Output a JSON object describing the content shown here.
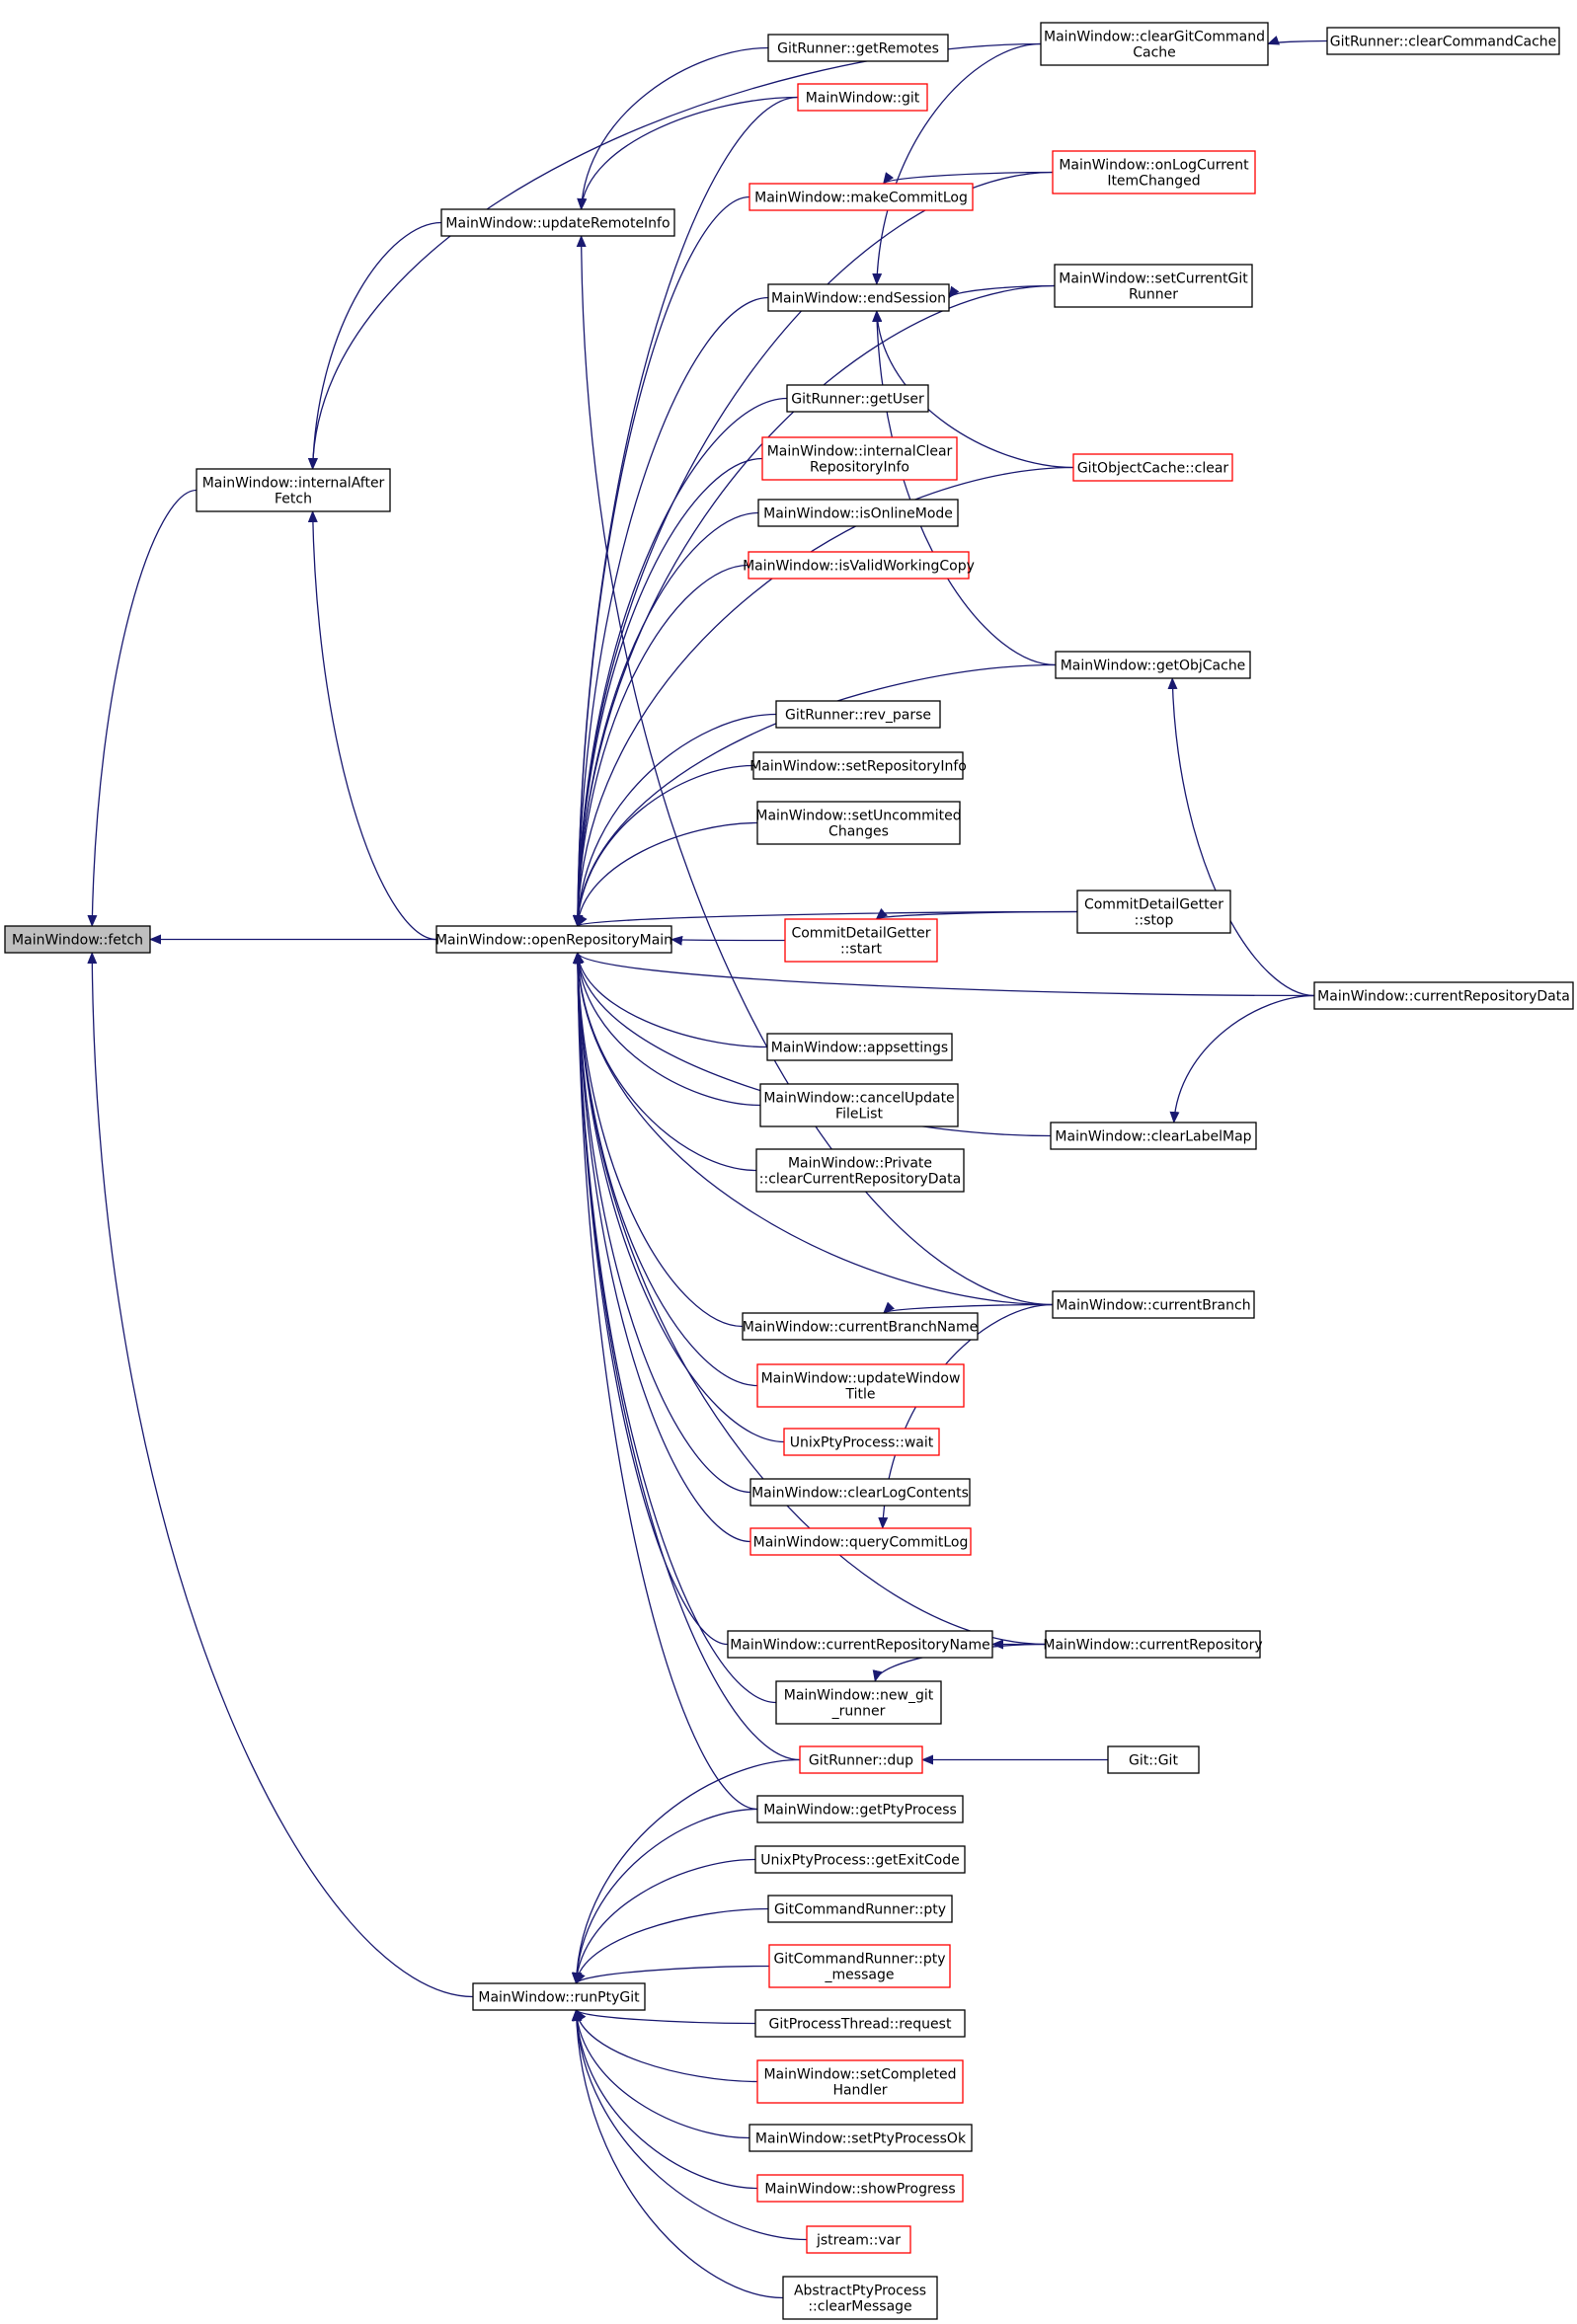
{
  "diagram": {
    "kind": "doxygen-call-graph",
    "root": "fetch",
    "colors": {
      "edge": "#191970",
      "node_border": "#000000",
      "node_border_truncated": "#ff0000",
      "root_fill": "#bfbfbf",
      "node_fill": "#ffffff",
      "text": "#000000"
    },
    "nodes": [
      {
        "id": "fetch",
        "lines": [
          "MainWindow::fetch"
        ],
        "style": "root"
      },
      {
        "id": "internalAfterFetch",
        "lines": [
          "MainWindow::internalAfter",
          "Fetch"
        ],
        "style": "normal"
      },
      {
        "id": "openRepositoryMain",
        "lines": [
          "MainWindow::openRepositoryMain"
        ],
        "style": "normal"
      },
      {
        "id": "runPtyGit",
        "lines": [
          "MainWindow::runPtyGit"
        ],
        "style": "normal"
      },
      {
        "id": "updateRemoteInfo",
        "lines": [
          "MainWindow::updateRemoteInfo"
        ],
        "style": "normal"
      },
      {
        "id": "getRemotes",
        "lines": [
          "GitRunner::getRemotes"
        ],
        "style": "normal"
      },
      {
        "id": "git",
        "lines": [
          "MainWindow::git"
        ],
        "style": "truncated"
      },
      {
        "id": "makeCommitLog",
        "lines": [
          "MainWindow::makeCommitLog"
        ],
        "style": "truncated"
      },
      {
        "id": "endSession",
        "lines": [
          "MainWindow::endSession"
        ],
        "style": "normal"
      },
      {
        "id": "getUser",
        "lines": [
          "GitRunner::getUser"
        ],
        "style": "normal"
      },
      {
        "id": "internalClearRepositoryInfo",
        "lines": [
          "MainWindow::internalClear",
          "RepositoryInfo"
        ],
        "style": "truncated"
      },
      {
        "id": "isOnlineMode",
        "lines": [
          "MainWindow::isOnlineMode"
        ],
        "style": "normal"
      },
      {
        "id": "isValidWorkingCopy",
        "lines": [
          "MainWindow::isValidWorkingCopy"
        ],
        "style": "truncated"
      },
      {
        "id": "rev_parse",
        "lines": [
          "GitRunner::rev_parse"
        ],
        "style": "normal"
      },
      {
        "id": "setRepositoryInfo",
        "lines": [
          "MainWindow::setRepositoryInfo"
        ],
        "style": "normal"
      },
      {
        "id": "setUncommitedChanges",
        "lines": [
          "MainWindow::setUncommited",
          "Changes"
        ],
        "style": "normal"
      },
      {
        "id": "cdgStart",
        "lines": [
          "CommitDetailGetter",
          "::start"
        ],
        "style": "truncated"
      },
      {
        "id": "appsettings",
        "lines": [
          "MainWindow::appsettings"
        ],
        "style": "normal"
      },
      {
        "id": "cancelUpdateFileList",
        "lines": [
          "MainWindow::cancelUpdate",
          "FileList"
        ],
        "style": "normal"
      },
      {
        "id": "clearCurrentRepositoryData",
        "lines": [
          "MainWindow::Private",
          "::clearCurrentRepositoryData"
        ],
        "style": "normal"
      },
      {
        "id": "currentBranchName",
        "lines": [
          "MainWindow::currentBranchName"
        ],
        "style": "normal"
      },
      {
        "id": "updateWindowTitle",
        "lines": [
          "MainWindow::updateWindow",
          "Title"
        ],
        "style": "truncated"
      },
      {
        "id": "upWait",
        "lines": [
          "UnixPtyProcess::wait"
        ],
        "style": "truncated"
      },
      {
        "id": "clearLogContents",
        "lines": [
          "MainWindow::clearLogContents"
        ],
        "style": "normal"
      },
      {
        "id": "queryCommitLog",
        "lines": [
          "MainWindow::queryCommitLog"
        ],
        "style": "truncated"
      },
      {
        "id": "currentRepositoryName",
        "lines": [
          "MainWindow::currentRepositoryName"
        ],
        "style": "normal"
      },
      {
        "id": "new_git_runner",
        "lines": [
          "MainWindow::new_git",
          "_runner"
        ],
        "style": "normal"
      },
      {
        "id": "dup",
        "lines": [
          "GitRunner::dup"
        ],
        "style": "truncated"
      },
      {
        "id": "getPtyProcess",
        "lines": [
          "MainWindow::getPtyProcess"
        ],
        "style": "normal"
      },
      {
        "id": "getExitCode",
        "lines": [
          "UnixPtyProcess::getExitCode"
        ],
        "style": "normal"
      },
      {
        "id": "gcrPty",
        "lines": [
          "GitCommandRunner::pty"
        ],
        "style": "normal"
      },
      {
        "id": "gcrPtyMessage",
        "lines": [
          "GitCommandRunner::pty",
          "_message"
        ],
        "style": "truncated"
      },
      {
        "id": "gptRequest",
        "lines": [
          "GitProcessThread::request"
        ],
        "style": "normal"
      },
      {
        "id": "setCompletedHandler",
        "lines": [
          "MainWindow::setCompleted",
          "Handler"
        ],
        "style": "truncated"
      },
      {
        "id": "setPtyProcessOk",
        "lines": [
          "MainWindow::setPtyProcessOk"
        ],
        "style": "normal"
      },
      {
        "id": "showProgress",
        "lines": [
          "MainWindow::showProgress"
        ],
        "style": "truncated"
      },
      {
        "id": "jsVar",
        "lines": [
          "jstream::var"
        ],
        "style": "truncated"
      },
      {
        "id": "apClearMessage",
        "lines": [
          "AbstractPtyProcess",
          "::clearMessage"
        ],
        "style": "normal"
      },
      {
        "id": "clearGitCommandCache",
        "lines": [
          "MainWindow::clearGitCommand",
          "Cache"
        ],
        "style": "normal"
      },
      {
        "id": "onLogCurrentItemChanged",
        "lines": [
          "MainWindow::onLogCurrent",
          "ItemChanged"
        ],
        "style": "truncated"
      },
      {
        "id": "setCurrentGitRunner",
        "lines": [
          "MainWindow::setCurrentGit",
          "Runner"
        ],
        "style": "normal"
      },
      {
        "id": "gocClear",
        "lines": [
          "GitObjectCache::clear"
        ],
        "style": "truncated"
      },
      {
        "id": "getObjCache",
        "lines": [
          "MainWindow::getObjCache"
        ],
        "style": "normal"
      },
      {
        "id": "cdgStop",
        "lines": [
          "CommitDetailGetter",
          "::stop"
        ],
        "style": "normal"
      },
      {
        "id": "clearLabelMap",
        "lines": [
          "MainWindow::clearLabelMap"
        ],
        "style": "normal"
      },
      {
        "id": "currentBranch",
        "lines": [
          "MainWindow::currentBranch"
        ],
        "style": "normal"
      },
      {
        "id": "currentRepository",
        "lines": [
          "MainWindow::currentRepository"
        ],
        "style": "normal"
      },
      {
        "id": "gitGit",
        "lines": [
          "Git::Git"
        ],
        "style": "normal"
      },
      {
        "id": "clearCommandCache",
        "lines": [
          "GitRunner::clearCommandCache"
        ],
        "style": "normal"
      },
      {
        "id": "currentRepositoryData",
        "lines": [
          "MainWindow::currentRepositoryData"
        ],
        "style": "normal"
      }
    ],
    "edges": [
      [
        "internalAfterFetch",
        "fetch"
      ],
      [
        "openRepositoryMain",
        "fetch"
      ],
      [
        "runPtyGit",
        "fetch"
      ],
      [
        "updateRemoteInfo",
        "internalAfterFetch"
      ],
      [
        "clearGitCommandCache",
        "internalAfterFetch"
      ],
      [
        "openRepositoryMain",
        "internalAfterFetch"
      ],
      [
        "getRemotes",
        "updateRemoteInfo"
      ],
      [
        "git",
        "updateRemoteInfo"
      ],
      [
        "currentBranch",
        "updateRemoteInfo"
      ],
      [
        "clearCommandCache",
        "clearGitCommandCache"
      ],
      [
        "git",
        "openRepositoryMain"
      ],
      [
        "onLogCurrentItemChanged",
        "openRepositoryMain"
      ],
      [
        "makeCommitLog",
        "openRepositoryMain"
      ],
      [
        "setCurrentGitRunner",
        "openRepositoryMain"
      ],
      [
        "endSession",
        "openRepositoryMain"
      ],
      [
        "getUser",
        "openRepositoryMain"
      ],
      [
        "internalClearRepositoryInfo",
        "openRepositoryMain"
      ],
      [
        "isOnlineMode",
        "openRepositoryMain"
      ],
      [
        "isValidWorkingCopy",
        "openRepositoryMain"
      ],
      [
        "gocClear",
        "openRepositoryMain"
      ],
      [
        "getObjCache",
        "openRepositoryMain"
      ],
      [
        "rev_parse",
        "openRepositoryMain"
      ],
      [
        "setRepositoryInfo",
        "openRepositoryMain"
      ],
      [
        "setUncommitedChanges",
        "openRepositoryMain"
      ],
      [
        "cdgStop",
        "openRepositoryMain"
      ],
      [
        "cdgStart",
        "openRepositoryMain"
      ],
      [
        "currentRepositoryData",
        "openRepositoryMain"
      ],
      [
        "appsettings",
        "openRepositoryMain"
      ],
      [
        "cancelUpdateFileList",
        "openRepositoryMain"
      ],
      [
        "clearCurrentRepositoryData",
        "openRepositoryMain"
      ],
      [
        "clearLabelMap",
        "openRepositoryMain"
      ],
      [
        "currentBranch",
        "openRepositoryMain"
      ],
      [
        "currentBranchName",
        "openRepositoryMain"
      ],
      [
        "updateWindowTitle",
        "openRepositoryMain"
      ],
      [
        "upWait",
        "openRepositoryMain"
      ],
      [
        "clearLogContents",
        "openRepositoryMain"
      ],
      [
        "queryCommitLog",
        "openRepositoryMain"
      ],
      [
        "currentRepository",
        "openRepositoryMain"
      ],
      [
        "currentRepositoryName",
        "openRepositoryMain"
      ],
      [
        "new_git_runner",
        "openRepositoryMain"
      ],
      [
        "dup",
        "openRepositoryMain"
      ],
      [
        "getPtyProcess",
        "openRepositoryMain"
      ],
      [
        "onLogCurrentItemChanged",
        "makeCommitLog"
      ],
      [
        "clearGitCommandCache",
        "endSession"
      ],
      [
        "setCurrentGitRunner",
        "endSession"
      ],
      [
        "gocClear",
        "endSession"
      ],
      [
        "getObjCache",
        "endSession"
      ],
      [
        "currentRepositoryData",
        "getObjCache"
      ],
      [
        "cdgStop",
        "cdgStart"
      ],
      [
        "currentRepositoryData",
        "clearLabelMap"
      ],
      [
        "currentBranch",
        "currentBranchName"
      ],
      [
        "currentBranch",
        "queryCommitLog"
      ],
      [
        "currentRepository",
        "currentRepositoryName"
      ],
      [
        "currentRepository",
        "new_git_runner"
      ],
      [
        "gitGit",
        "dup"
      ],
      [
        "dup",
        "runPtyGit"
      ],
      [
        "getPtyProcess",
        "runPtyGit"
      ],
      [
        "getExitCode",
        "runPtyGit"
      ],
      [
        "gcrPty",
        "runPtyGit"
      ],
      [
        "gcrPtyMessage",
        "runPtyGit"
      ],
      [
        "gptRequest",
        "runPtyGit"
      ],
      [
        "setCompletedHandler",
        "runPtyGit"
      ],
      [
        "setPtyProcessOk",
        "runPtyGit"
      ],
      [
        "showProgress",
        "runPtyGit"
      ],
      [
        "jsVar",
        "runPtyGit"
      ],
      [
        "apClearMessage",
        "runPtyGit"
      ]
    ]
  }
}
